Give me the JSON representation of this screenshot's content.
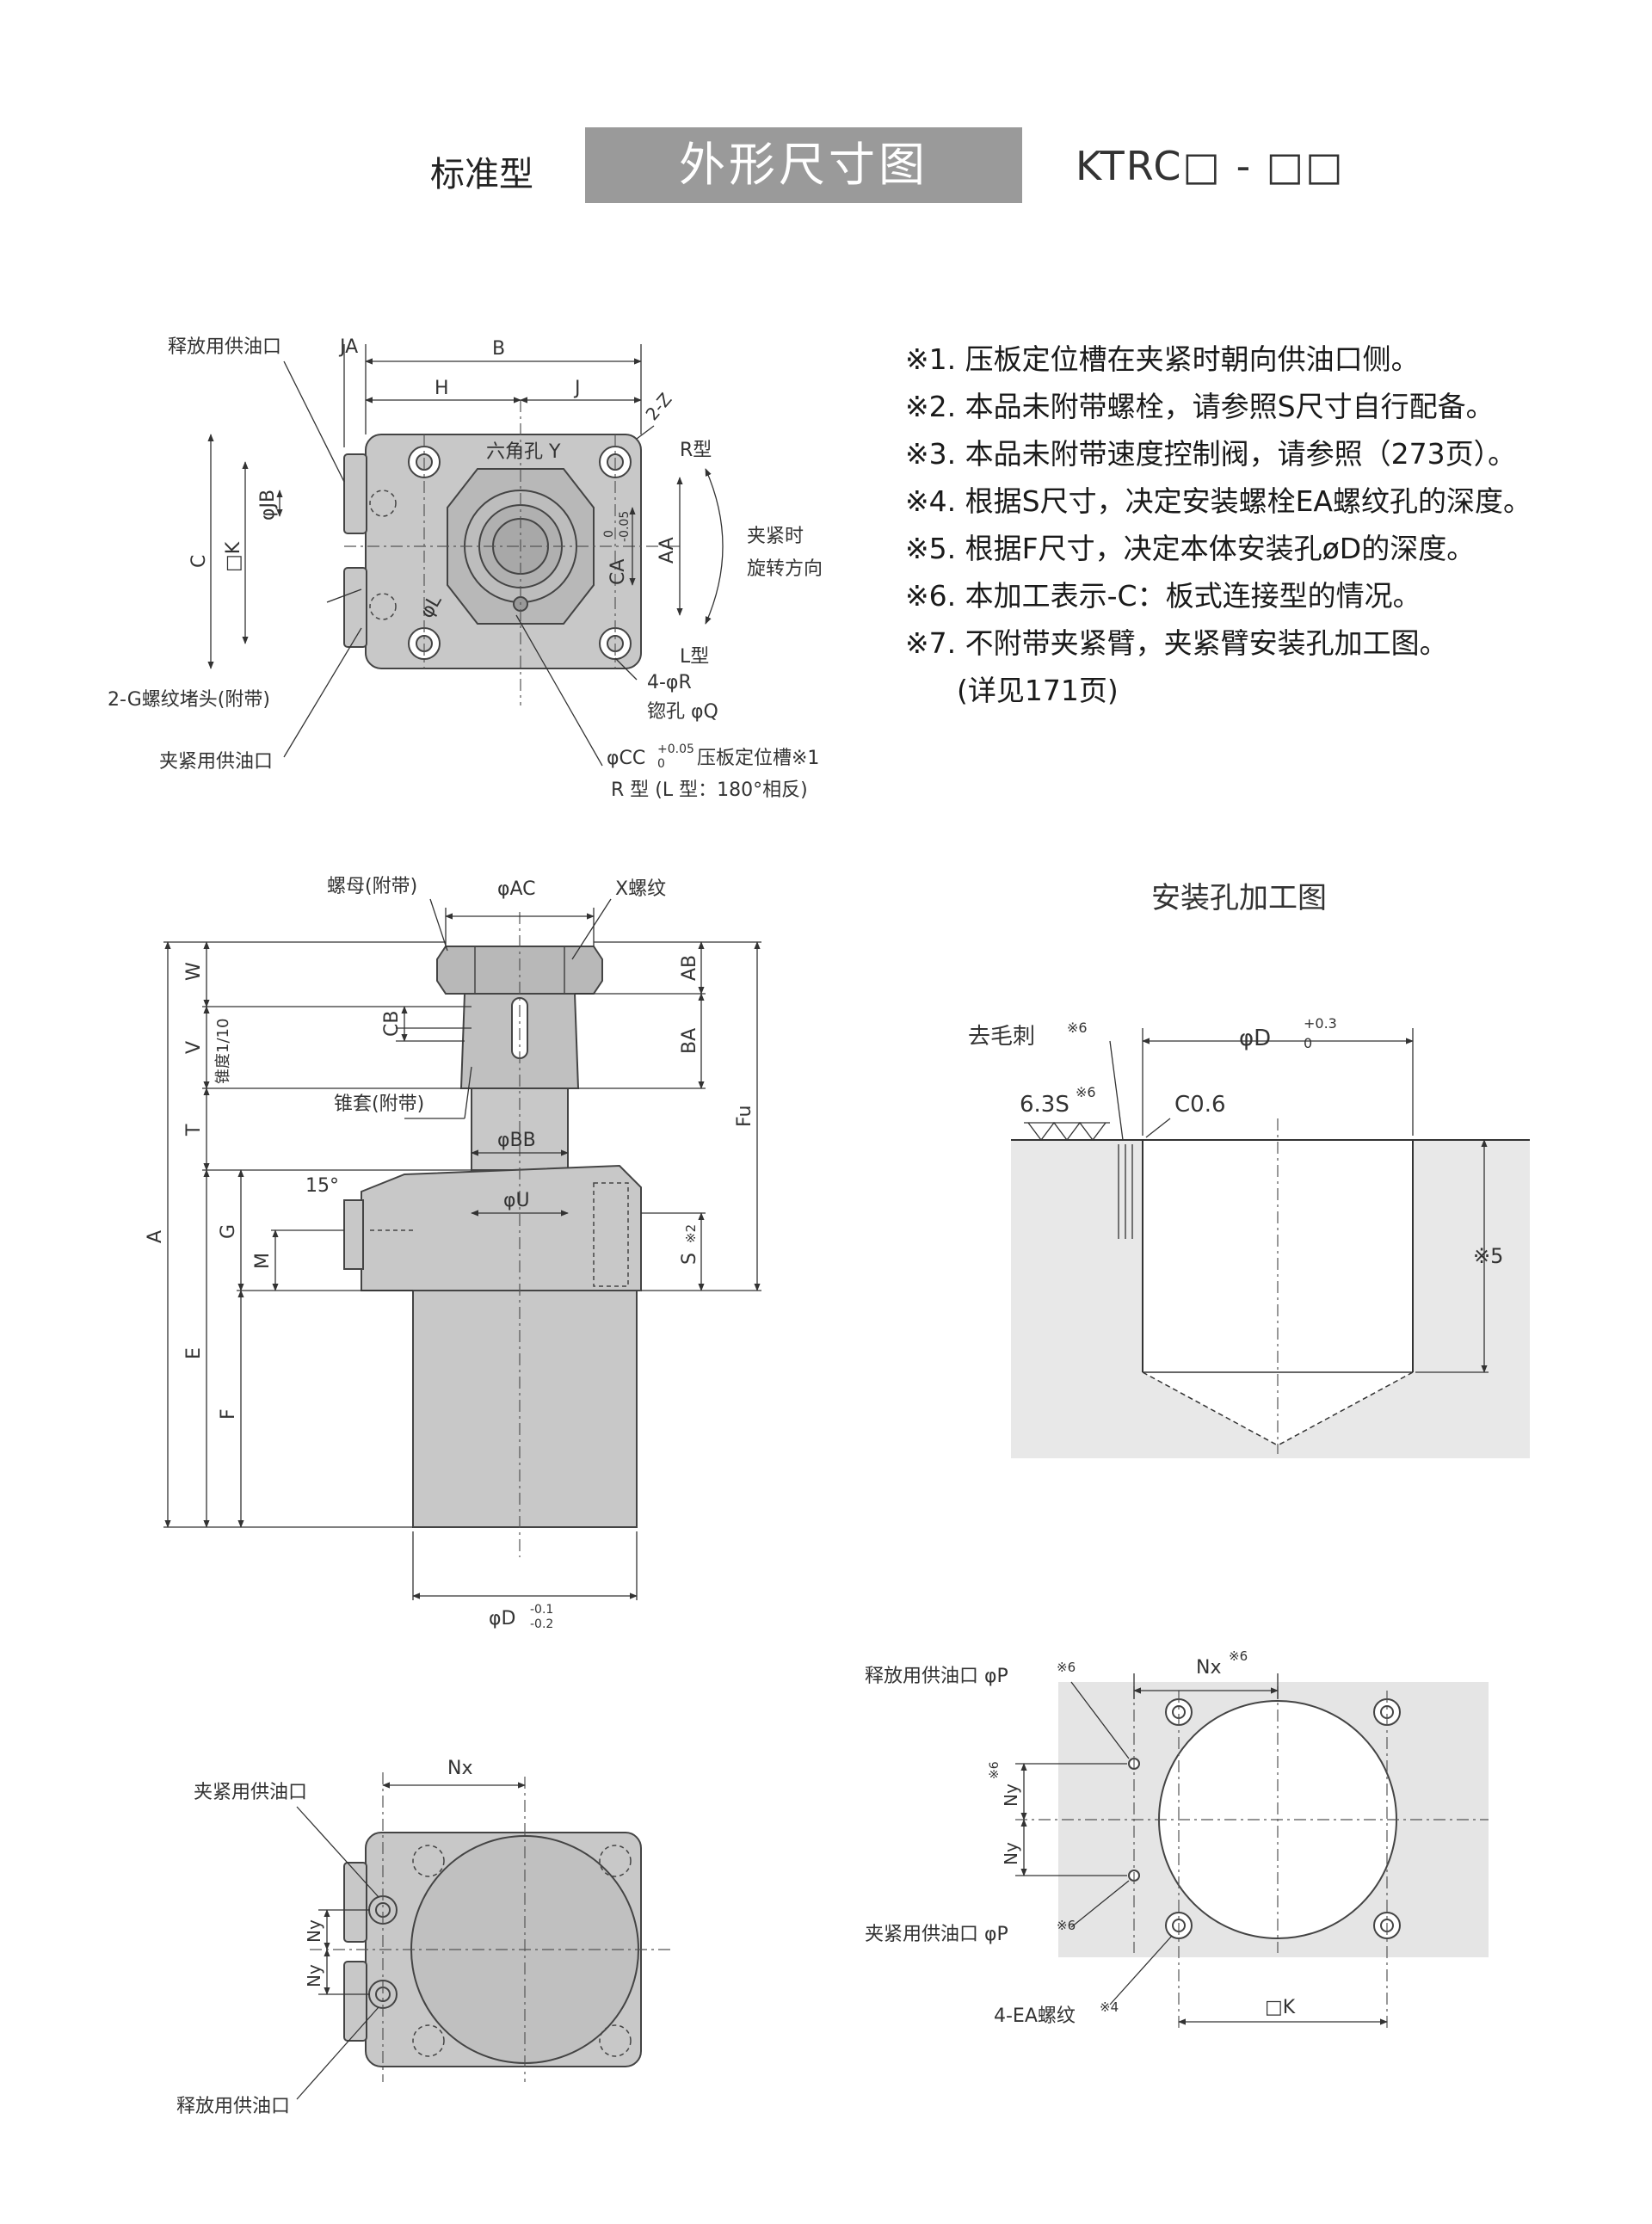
{
  "header": {
    "left_label": "标准型",
    "title": "外形尺寸图",
    "model": "KTRC□ - □□"
  },
  "notes": [
    "※1. 压板定位槽在夹紧时朝向供油口侧。",
    "※2. 本品未附带螺栓，请参照S尺寸自行配备。",
    "※3. 本品未附带速度控制阀，请参照（273页）。",
    "※4. 根据S尺寸，决定安装螺栓EA螺纹孔的深度。",
    "※5. 根据F尺寸，决定本体安装孔øD的深度。",
    "※6. 本加工表示-C：板式连接型的情况。",
    "※7. 不附带夹紧臂，夹紧臂安装孔加工图。",
    "(详见171页)"
  ],
  "top_view": {
    "release_port": "释放用供油口",
    "JA": "JA",
    "B": "B",
    "H": "H",
    "J": "J",
    "twoZ": "2-Z",
    "hex_hole": "六角孔 Y",
    "R_type": "R型",
    "L_type": "L型",
    "clamp_rotation_1": "夹紧时",
    "clamp_rotation_2": "旋转方向",
    "C": "C",
    "K": "□K",
    "JB": "φJB",
    "L": "φL",
    "CA": "CA",
    "CA_tol_upper": "0",
    "CA_tol_lower": "-0.05",
    "AA": "AA",
    "plug": "2-G螺纹堵头(附带)",
    "clamp_port": "夹紧用供油口",
    "fourR": "4-φR",
    "counterbore": "锪孔 φQ",
    "CC": "φCC",
    "CC_tol_upper": "+0.05",
    "CC_tol_lower": "0",
    "CC_note": "压板定位槽※1",
    "R_type_note": "R 型 (L 型：180°相反)"
  },
  "side_view": {
    "nut": "螺母(附带)",
    "AC": "φAC",
    "X_thread": "X螺纹",
    "W": "W",
    "V": "V",
    "taper": "锥度1/10",
    "T": "T",
    "A": "A",
    "G": "G",
    "M": "M",
    "E": "E",
    "F": "F",
    "CB": "CB",
    "collet": "锥套(附带)",
    "BB": "φBB",
    "deg15": "15°",
    "U": "φU",
    "AB": "AB",
    "BA": "BA",
    "S": "S",
    "S_note": "※2",
    "Fu": "Fu",
    "D": "φD",
    "D_tol_upper": "-0.1",
    "D_tol_lower": "-0.2"
  },
  "hole_view": {
    "title": "安装孔加工图",
    "deburr": "去毛刺",
    "deburr_note": "※6",
    "D": "φD",
    "D_tol_upper": "+0.3",
    "D_tol_lower": "0",
    "roughness": "6.3S",
    "roughness_note": "※6",
    "chamfer": "C0.6",
    "depth": "※5"
  },
  "bottom_left": {
    "Nx": "Nx",
    "clamp_port": "夹紧用供油口",
    "release_port": "释放用供油口",
    "Ny1": "Ny",
    "Ny2": "Ny"
  },
  "bottom_right": {
    "Nx": "Nx",
    "Nx_note": "※6",
    "release_port": "释放用供油口 φP",
    "release_note": "※6",
    "Ny1": "Ny",
    "Ny2": "Ny",
    "Ny_note": "※6",
    "clamp_port": "夹紧用供油口 φP",
    "clamp_note": "※6",
    "EA": "4-EA螺纹",
    "EA_note": "※4",
    "K": "□K"
  }
}
